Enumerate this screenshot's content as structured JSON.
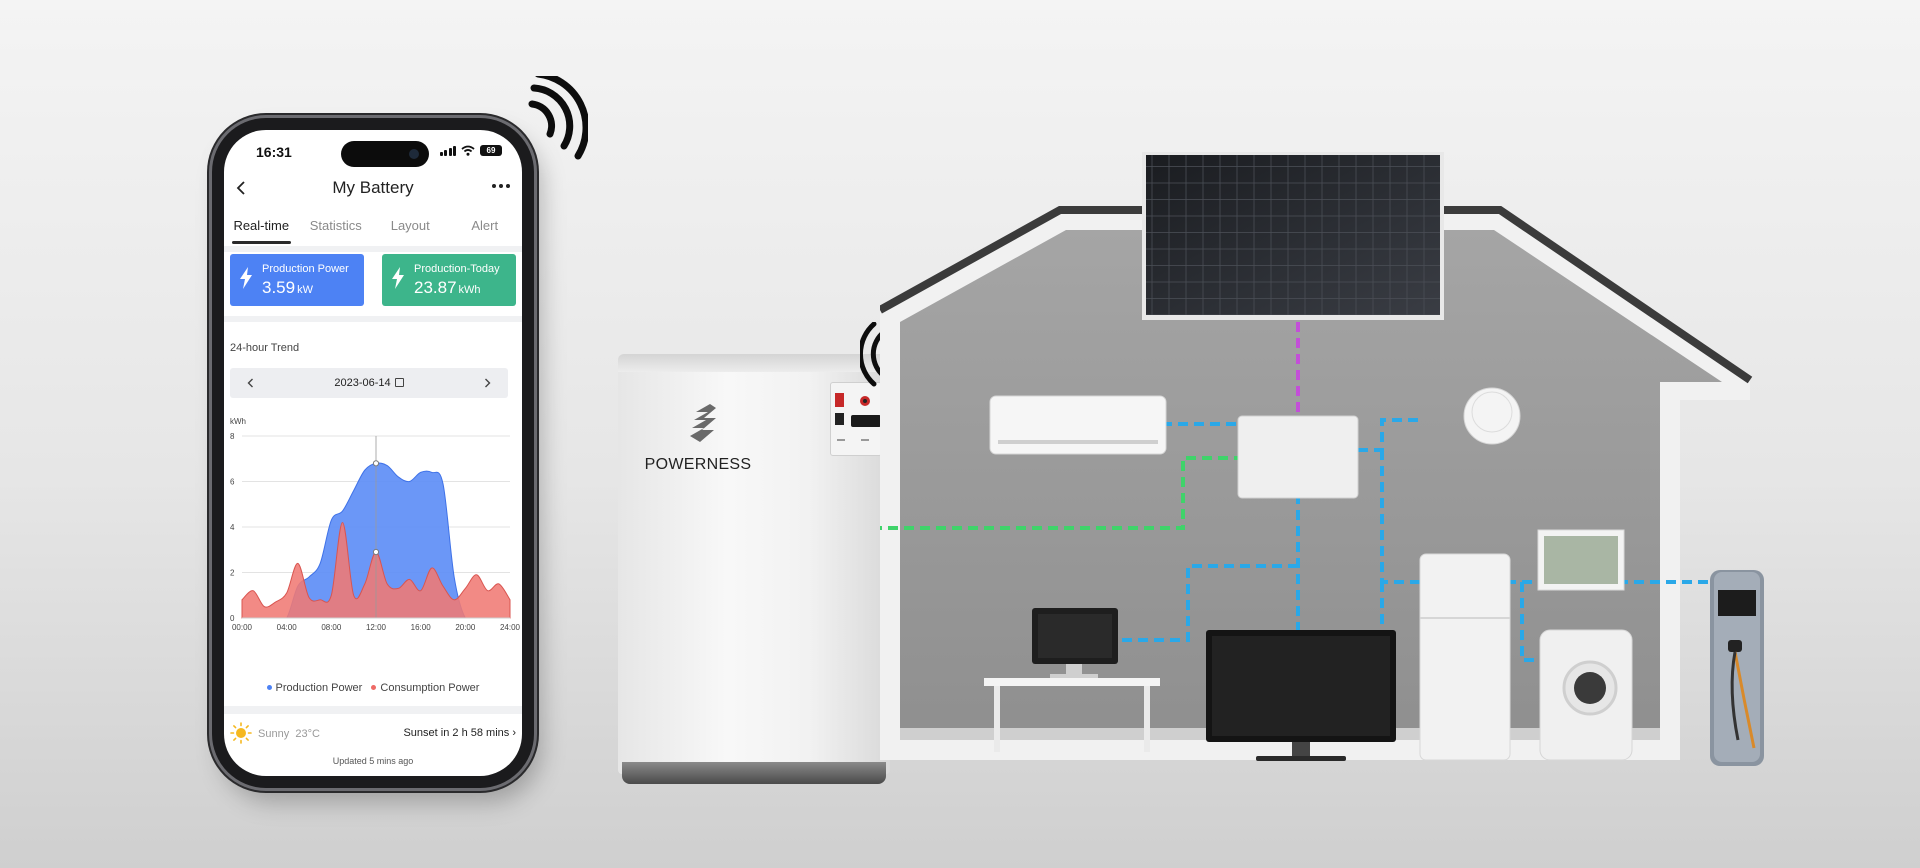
{
  "status_bar": {
    "time": "16:31",
    "battery": "69"
  },
  "app": {
    "title": "My Battery",
    "tabs": [
      "Real-time",
      "Statistics",
      "Layout",
      "Alert"
    ],
    "active_tab": "Real-time"
  },
  "kpis": {
    "production_power": {
      "label": "Production Power",
      "value": "3.59",
      "unit": "kW",
      "color": "#4d82f4"
    },
    "production_today": {
      "label": "Production-Today",
      "value": "23.87",
      "unit": "kWh",
      "color": "#3db58b"
    }
  },
  "trend": {
    "title": "24-hour Trend",
    "date": "2023-06-14"
  },
  "chart_data": {
    "type": "area",
    "ylabel": "kWh",
    "ylim": [
      0,
      8
    ],
    "yticks": [
      "0",
      "2",
      "4",
      "6",
      "8"
    ],
    "xticks": [
      "00:00",
      "04:00",
      "08:00",
      "12:00",
      "16:00",
      "20:00",
      "24:00"
    ],
    "grid": true,
    "legend_placement": "bottom",
    "marker_x": "12:00",
    "series": [
      {
        "name": "Production Power",
        "color": "#4d82f4",
        "x": [
          0,
          1,
          2,
          3,
          4,
          5,
          6,
          7,
          8,
          9,
          10,
          11,
          12,
          13,
          14,
          15,
          16,
          17,
          18,
          19,
          20,
          21,
          22,
          23,
          24
        ],
        "values": [
          0,
          0,
          0,
          0,
          0,
          1.4,
          1.8,
          2.4,
          4.3,
          4.7,
          5.6,
          6.5,
          6.8,
          6.7,
          6.2,
          6.0,
          6.4,
          6.4,
          5.9,
          1.8,
          0,
          0,
          0,
          0,
          0
        ]
      },
      {
        "name": "Consumption Power",
        "color": "#ee6a66",
        "x": [
          0,
          1,
          2,
          3,
          4,
          5,
          6,
          7,
          8,
          9,
          10,
          11,
          12,
          13,
          14,
          15,
          16,
          17,
          18,
          19,
          20,
          21,
          22,
          23,
          24
        ],
        "values": [
          0.8,
          1.2,
          0.5,
          0.7,
          1.1,
          2.4,
          0.9,
          0.8,
          1.0,
          4.2,
          1.0,
          1.5,
          2.9,
          1.5,
          1.3,
          1.7,
          1.2,
          2.2,
          1.4,
          0.8,
          1.3,
          1.9,
          1.2,
          1.5,
          0.8
        ]
      }
    ]
  },
  "weather": {
    "condition": "Sunny",
    "temperature": "23°C",
    "sunset": "Sunset in 2 h 58 mins"
  },
  "footer": {
    "updated": "Updated 5 mins ago"
  },
  "battery_unit": {
    "brand": "POWERNESS"
  },
  "icons": [
    "back-chevron-icon",
    "more-icon",
    "bolt-icon",
    "calendar-icon",
    "sun-icon",
    "wifi-icon",
    "signal-icon"
  ]
}
